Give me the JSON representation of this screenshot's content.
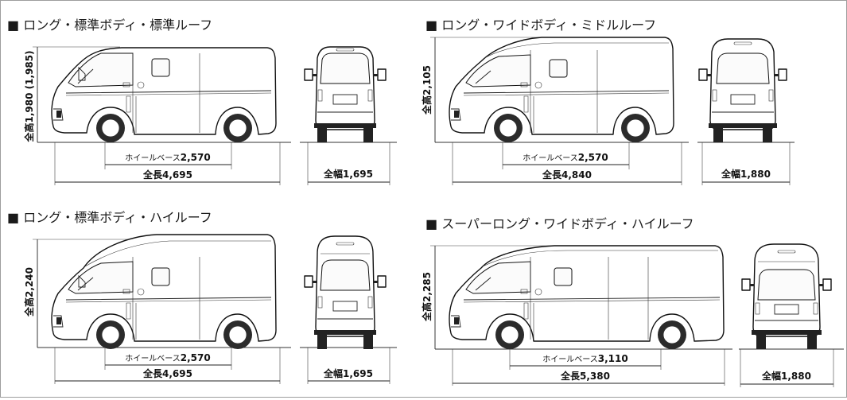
{
  "panels": [
    {
      "title": "■ ロング・標準ボディ・標準ルーフ",
      "height_label": "全高1,980 (1,985)",
      "wheelbase_label": "ホイールベース",
      "wheelbase_value": "2,570",
      "length_label": "全長4,695",
      "width_label": "全幅1,695"
    },
    {
      "title": "■ ロング・ワイドボディ・ミドルルーフ",
      "height_label": "全高2,105",
      "wheelbase_label": "ホイールベース",
      "wheelbase_value": "2,570",
      "length_label": "全長4,840",
      "width_label": "全幅1,880"
    },
    {
      "title": "■ ロング・標準ボディ・ハイルーフ",
      "height_label": "全高2,240",
      "wheelbase_label": "ホイールベース",
      "wheelbase_value": "2,570",
      "length_label": "全長4,695",
      "width_label": "全幅1,695"
    },
    {
      "title": "■ スーパーロング・ワイドボディ・ハイルーフ",
      "height_label": "全高2,285",
      "wheelbase_label": "ホイールベース",
      "wheelbase_value": "3,110",
      "length_label": "全長5,380",
      "width_label": "全幅1,880"
    }
  ]
}
